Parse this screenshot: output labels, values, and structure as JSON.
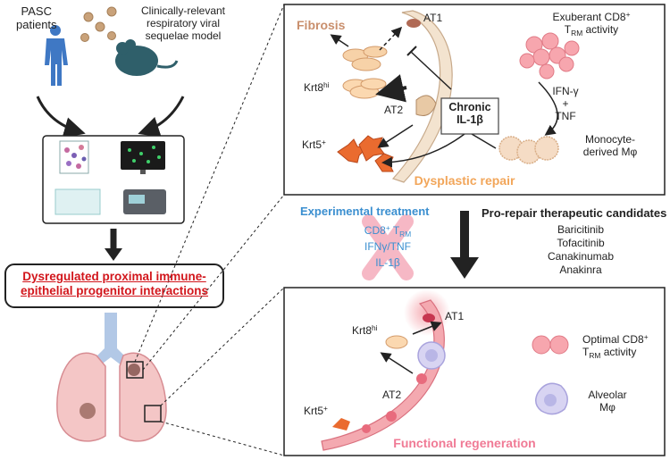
{
  "left": {
    "pasc_label": "PASC\npatients",
    "model_label": "Clinically-relevant\nrespiratory viral\nsequelae model",
    "dysregulated_label": "Dysregulated proximal immune-\nepithelial progenitor interactions"
  },
  "top_panel": {
    "fibrosis": "Fibrosis",
    "at1": "AT1",
    "krt8": "Krt8",
    "krt8_sup": "hi",
    "at2": "AT2",
    "krt5": "Krt5",
    "krt5_sup": "+",
    "chronic_il1b": "Chronic\nIL-1β",
    "exuberant_line1": "Exuberant CD8",
    "exuberant_sup": "+",
    "exuberant_trm": "T",
    "exuberant_trm_sub": "RM",
    "exuberant_activity": " activity",
    "ifn_tnf": "IFN-γ\n+\nTNF",
    "monocyte": "Monocyte-\nderived Mφ",
    "dysplastic_repair": "Dysplastic repair"
  },
  "middle": {
    "experimental_treatment": "Experimental treatment",
    "cd8_trm": "CD8",
    "cd8_sup": "+",
    "trm_t": " T",
    "trm_sub": "RM",
    "ifng_tnf": "IFNγ/TNF",
    "il1b": "IL-1β",
    "pro_repair": "Pro-repair therapeutic candidates",
    "drugs": [
      "Baricitinib",
      "Tofacitinib",
      "Canakinumab",
      "Anakinra"
    ]
  },
  "bottom_panel": {
    "at1": "AT1",
    "krt8": "Krt8",
    "krt8_sup": "hi",
    "at2": "AT2",
    "krt5": "Krt5",
    "krt5_sup": "+",
    "optimal_line1": "Optimal CD8",
    "optimal_sup": "+",
    "optimal_trm": "T",
    "optimal_trm_sub": "RM",
    "optimal_activity": " activity",
    "alveolar": "Alveolar\nMφ",
    "functional_regeneration": "Functional regeneration"
  },
  "colors": {
    "fibrosis_text": "#c98f6d",
    "dysplastic_text": "#f2a65a",
    "functional_text": "#f07a95",
    "treatment_blue": "#3b8fd0",
    "dysregulated_red": "#d2161c",
    "cross_pink": "#f6b8c5",
    "cell_pink": "#f7a6ae",
    "cell_orange": "#f09a48",
    "krt5_orange": "#ea6b2f",
    "macrophage_purple": "#b9b6e6",
    "monocyte_tan": "#f2d4b8"
  }
}
